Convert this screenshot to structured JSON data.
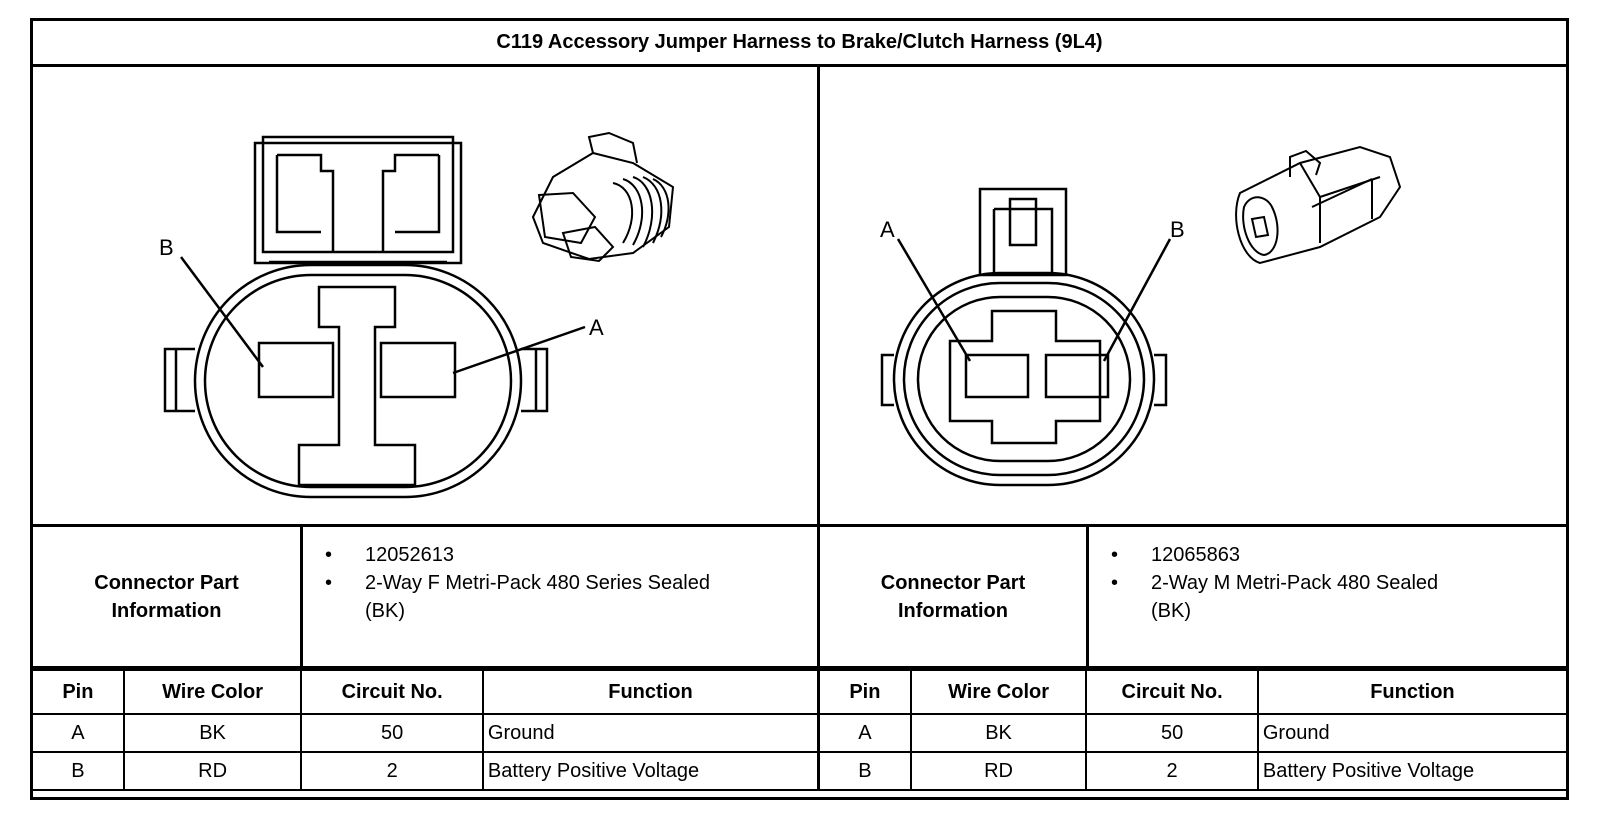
{
  "title": "C119 Accessory Jumper Harness to Brake/Clutch Harness (9L4)",
  "left": {
    "pin_labels": [
      "B",
      "A"
    ],
    "info_label": "Connector Part Information",
    "info_items": [
      "12052613",
      "2-Way F Metri-Pack 480 Series Sealed (BK)"
    ],
    "columns": [
      "Pin",
      "Wire Color",
      "Circuit No.",
      "Function"
    ],
    "rows": [
      {
        "pin": "A",
        "color": "BK",
        "circuit": "50",
        "function": "Ground"
      },
      {
        "pin": "B",
        "color": "RD",
        "circuit": "2",
        "function": "Battery Positive Voltage"
      }
    ]
  },
  "right": {
    "pin_labels": [
      "A",
      "B"
    ],
    "info_label": "Connector Part Information",
    "info_items": [
      "12065863",
      "2-Way M Metri-Pack 480 Sealed (BK)"
    ],
    "columns": [
      "Pin",
      "Wire Color",
      "Circuit No.",
      "Function"
    ],
    "rows": [
      {
        "pin": "A",
        "color": "BK",
        "circuit": "50",
        "function": "Ground"
      },
      {
        "pin": "B",
        "color": "RD",
        "circuit": "2",
        "function": "Battery Positive Voltage"
      }
    ]
  }
}
